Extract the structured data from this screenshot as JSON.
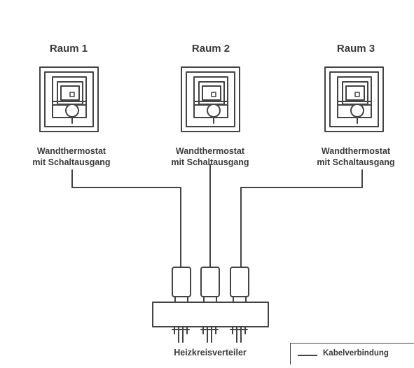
{
  "rooms": [
    {
      "title": "Raum 1",
      "device_line1": "Wandthermostat",
      "device_line2": "mit Schaltausgang"
    },
    {
      "title": "Raum 2",
      "device_line1": "Wandthermostat",
      "device_line2": "mit Schaltausgang"
    },
    {
      "title": "Raum 3",
      "device_line1": "Wandthermostat",
      "device_line2": "mit Schaltausgang"
    }
  ],
  "manifold": {
    "label": "Heizkreisverteiler"
  },
  "legend": {
    "cable_label": "Kabelverbindung"
  },
  "colors": {
    "stroke": "#444444",
    "text": "#3a3a3a",
    "background": "#ffffff"
  }
}
